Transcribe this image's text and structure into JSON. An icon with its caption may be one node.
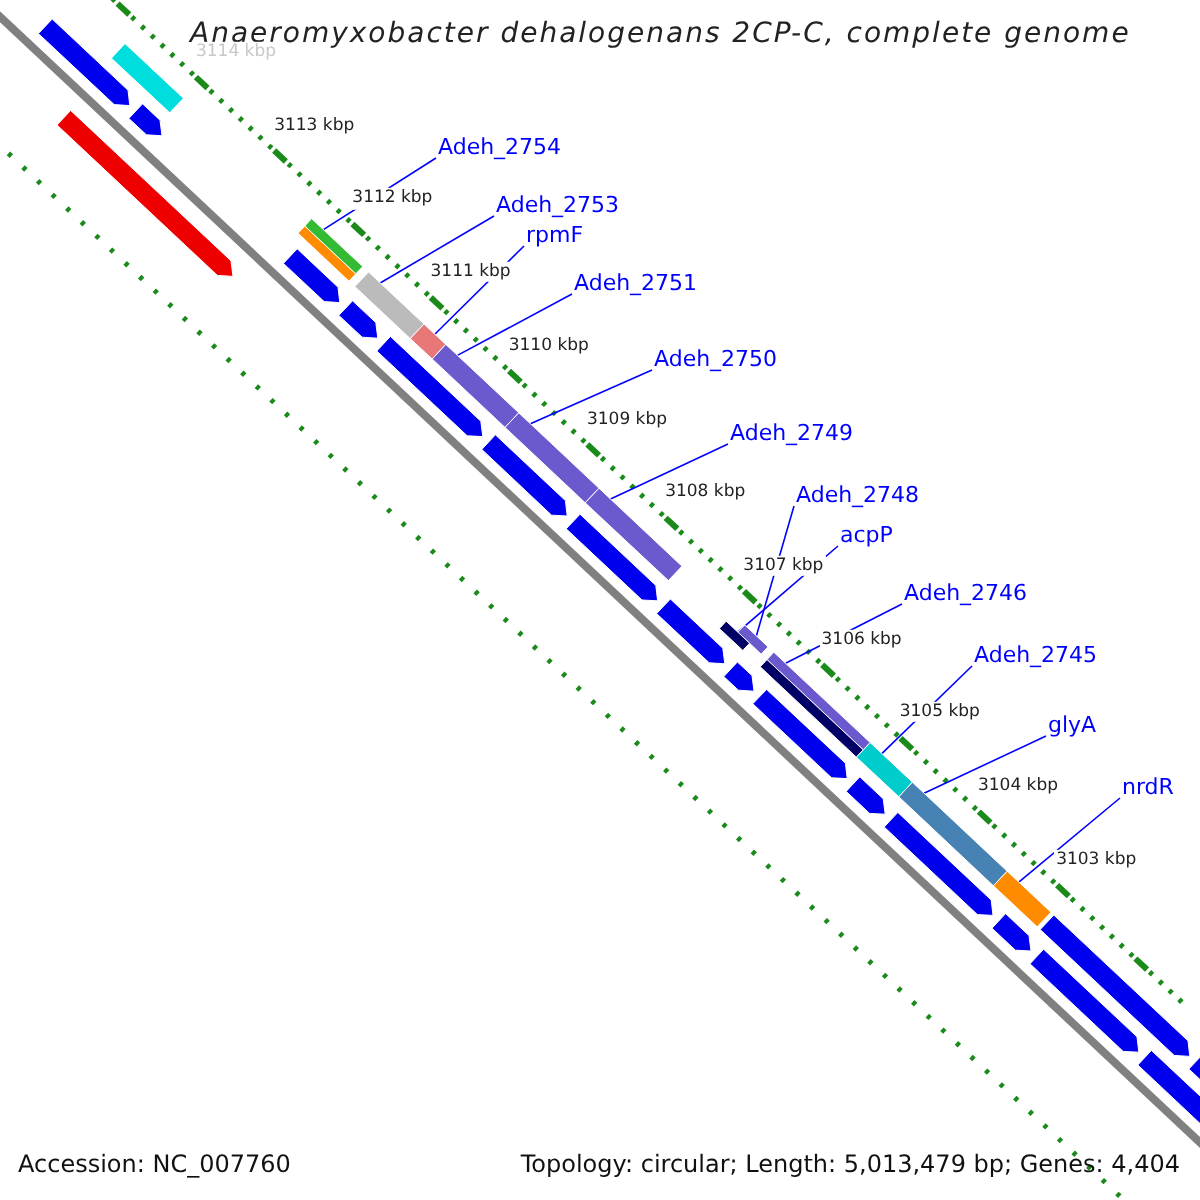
{
  "diagram": {
    "title": "Anaeromyxobacter dehalogenans 2CP-C, complete genome",
    "nodes": [
      {
        "text": [
          "Adeh_2754"
        ]
      },
      {
        "text": [],
        "shape": "bar"
      },
      {
        "text": [
          "Adeh_2753"
        ]
      },
      {
        "text": [],
        "shape": "bar"
      },
      {
        "text": [
          "rpmF"
        ]
      },
      {
        "text": [],
        "shape": "bar"
      },
      {
        "text": [
          "Adeh_2751"
        ]
      },
      {
        "text": [],
        "shape": "bar"
      },
      {
        "text": [
          "Adeh_2750"
        ]
      },
      {
        "text": [],
        "shape": "bar"
      },
      {
        "text": [
          "Adeh_2749"
        ]
      },
      {
        "text": [],
        "shape": "bar"
      },
      {
        "text": [
          "Adeh_2748"
        ]
      },
      {
        "text": [],
        "shape": "bar"
      },
      {
        "text": [
          "acpP"
        ]
      },
      {
        "text": [],
        "shape": "bar"
      },
      {
        "text": [
          "Adeh_2746"
        ]
      },
      {
        "text": [],
        "shape": "bar"
      },
      {
        "text": [
          "Adeh_2745"
        ]
      },
      {
        "text": [],
        "shape": "bar"
      },
      {
        "text": [
          "glyA"
        ]
      },
      {
        "text": [],
        "shape": "bar"
      },
      {
        "text": [
          "nrdR"
        ]
      },
      {
        "text": [],
        "shape": "bar"
      }
    ],
    "edges": [
      {
        "from": 0,
        "to": 1,
        "arrow": "none"
      },
      {
        "from": 2,
        "to": 3,
        "arrow": "none"
      },
      {
        "from": 4,
        "to": 5,
        "arrow": "none"
      },
      {
        "from": 6,
        "to": 7,
        "arrow": "none"
      },
      {
        "from": 8,
        "to": 9,
        "arrow": "none"
      },
      {
        "from": 10,
        "to": 11,
        "arrow": "none"
      },
      {
        "from": 12,
        "to": 13,
        "arrow": "none"
      },
      {
        "from": 14,
        "to": 15,
        "arrow": "none"
      },
      {
        "from": 16,
        "to": 17,
        "arrow": "none"
      },
      {
        "from": 18,
        "to": 19,
        "arrow": "none"
      },
      {
        "from": 20,
        "to": 21,
        "arrow": "none"
      },
      {
        "from": 22,
        "to": 23,
        "arrow": "none"
      }
    ],
    "labels": [
      "3114 kbp",
      "3113 kbp",
      "3112 kbp",
      "3111 kbp",
      "3110 kbp",
      "3109 kbp",
      "3108 kbp",
      "3107 kbp",
      "3106 kbp",
      "3105 kbp",
      "3104 kbp",
      "3103 kbp",
      "Accession: NC_007760",
      "Topology: circular; Length: 5,013,479 bp; Genes: 4,404"
    ]
  }
}
